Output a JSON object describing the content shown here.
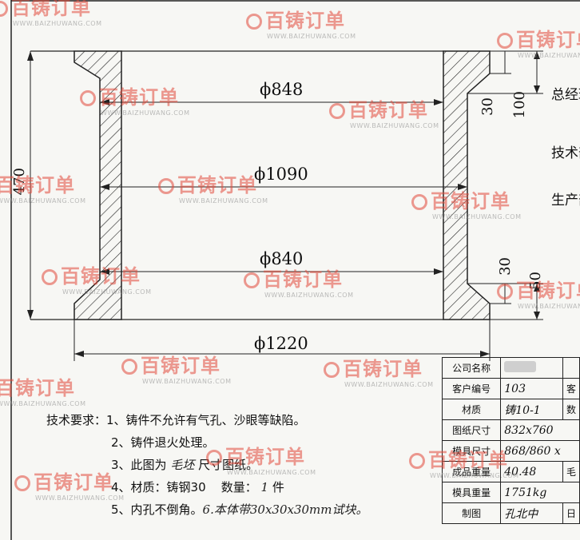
{
  "dimensions": {
    "d848": "ϕ848",
    "d1090": "ϕ1090",
    "d840": "ϕ840",
    "d1220": "ϕ1220",
    "h470": "470",
    "h100": "100",
    "h30_top": "30",
    "h30_bottom": "30",
    "h50": "50"
  },
  "side_labels": {
    "zongjing": "总经理",
    "jishu": "技术部",
    "shengchan": "生产部"
  },
  "requirements": {
    "title": "技术要求：",
    "items": [
      "1、铸件不允许有气孔、沙眼等缺陷。",
      "2、铸件退火处理。",
      "3、此图为",
      "4、材质：铸钢30",
      "5、内孔不倒角。"
    ],
    "item3_hand": "毛坯",
    "item3_suffix": "尺寸图纸。",
    "item4_qty_label": "数量：",
    "item4_qty": "1",
    "item4_unit": "件",
    "item5_hand": "6.本体带30x30x30mm试块。"
  },
  "table": {
    "rows": [
      {
        "label": "公司名称",
        "value": ""
      },
      {
        "label": "客户编号",
        "value": "103",
        "extra": "客"
      },
      {
        "label": "材质",
        "value": "铸10-1",
        "extra": "数"
      },
      {
        "label": "图纸尺寸",
        "value": "832x760"
      },
      {
        "label": "模具尺寸",
        "value": "868/860 x"
      },
      {
        "label": "成品重量",
        "value": "40.48",
        "extra": "毛"
      },
      {
        "label": "模具重量",
        "value": "1751kg"
      },
      {
        "label": "制图",
        "value": "孔北中",
        "extra": "日"
      }
    ]
  },
  "watermark": {
    "brand": "百铸订单",
    "url": "WWW.BAIZHUWANG.COM"
  }
}
